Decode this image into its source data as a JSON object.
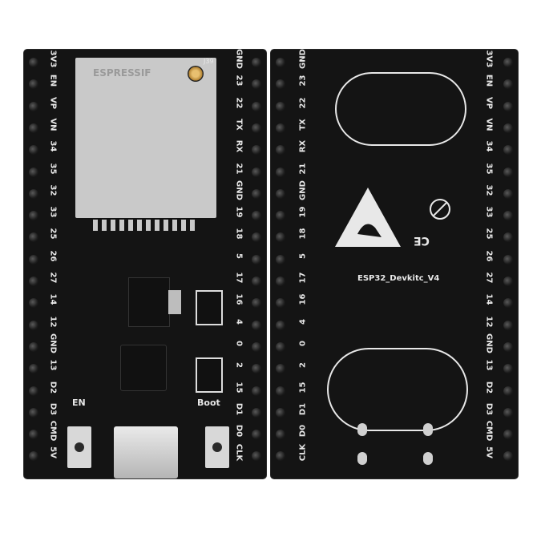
{
  "front": {
    "left_labels": [
      "3V3",
      "EN",
      "VP",
      "VN",
      "34",
      "35",
      "32",
      "33",
      "25",
      "26",
      "27",
      "14",
      "12",
      "GND",
      "13",
      "D2",
      "D3",
      "CMD",
      "5V"
    ],
    "right_labels": [
      "GND",
      "23",
      "22",
      "TX",
      "RX",
      "21",
      "GND",
      "19",
      "18",
      "5",
      "17",
      "16",
      "4",
      "0",
      "2",
      "15",
      "D1",
      "D0",
      "CLK"
    ],
    "module_text": "ESPRESSIF",
    "antenna_label": "J39",
    "en_label": "EN",
    "boot_label": "Boot"
  },
  "back": {
    "left_labels": [
      "GND",
      "23",
      "22",
      "TX",
      "RX",
      "21",
      "GND",
      "19",
      "18",
      "5",
      "17",
      "16",
      "4",
      "0",
      "2",
      "15",
      "D1",
      "D0",
      "CLK"
    ],
    "right_labels": [
      "3V3",
      "EN",
      "VP",
      "VN",
      "34",
      "35",
      "32",
      "33",
      "25",
      "26",
      "27",
      "14",
      "12",
      "GND",
      "13",
      "D2",
      "D3",
      "CMD",
      "5V"
    ],
    "board_name": "ESP32_Devkitc_V4",
    "ce_mark": "CE",
    "colors": {
      "pcb": "#141414",
      "silkscreen": "#e8e8e8",
      "module_shield": "#c9c9c9"
    },
    "icons": [
      "esd-warning-icon",
      "no-pb-icon",
      "ce-mark-icon"
    ]
  }
}
